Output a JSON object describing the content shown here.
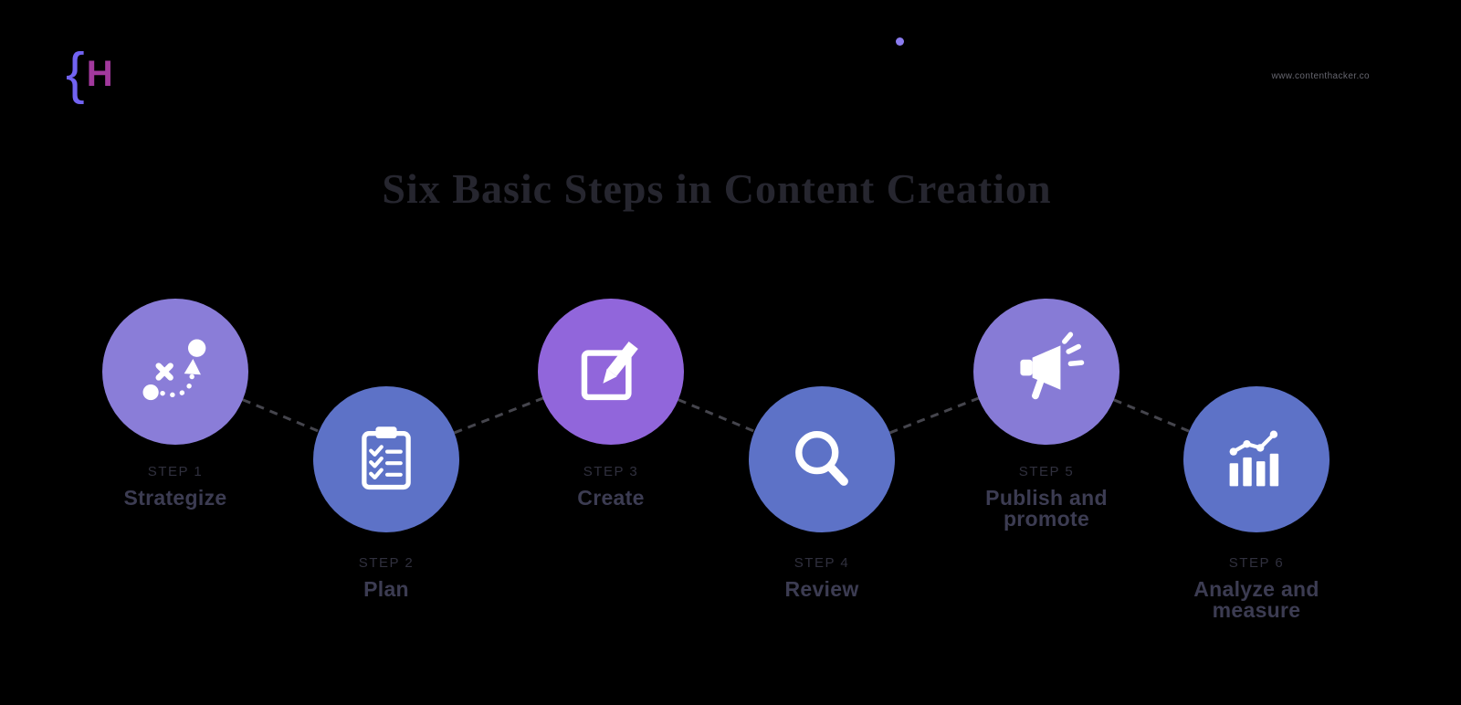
{
  "title": "Six Basic Steps in Content Creation",
  "header": {
    "logo": {
      "brace": "{",
      "letter": "H",
      "brace_color": "#7263f2",
      "letter_color": "#a2399d"
    },
    "accent_dot_color": "#8b7cf0",
    "url": "www.contenthacker.co"
  },
  "colors": {
    "background": "#000000",
    "title_text": "#26262f",
    "step_label_text": "#30303e",
    "step_name_text": "#3c3c52",
    "connector": "#45454d",
    "icon": "#ffffff"
  },
  "steps": [
    {
      "step_label": "STEP 1",
      "name": "Strategize",
      "icon": "strategy-icon",
      "circle_color": "#8a7dd8"
    },
    {
      "step_label": "STEP 2",
      "name": "Plan",
      "icon": "clipboard-checklist-icon",
      "circle_color": "#5d72c7"
    },
    {
      "step_label": "STEP 3",
      "name": "Create",
      "icon": "edit-icon",
      "circle_color": "#9166db"
    },
    {
      "step_label": "STEP 4",
      "name": "Review",
      "icon": "magnifier-icon",
      "circle_color": "#5d72c7"
    },
    {
      "step_label": "STEP 5",
      "name": "Publish and promote",
      "icon": "megaphone-icon",
      "circle_color": "#877bd6"
    },
    {
      "step_label": "STEP 6",
      "name": "Analyze and measure",
      "icon": "bar-chart-icon",
      "circle_color": "#5d72c7"
    }
  ]
}
